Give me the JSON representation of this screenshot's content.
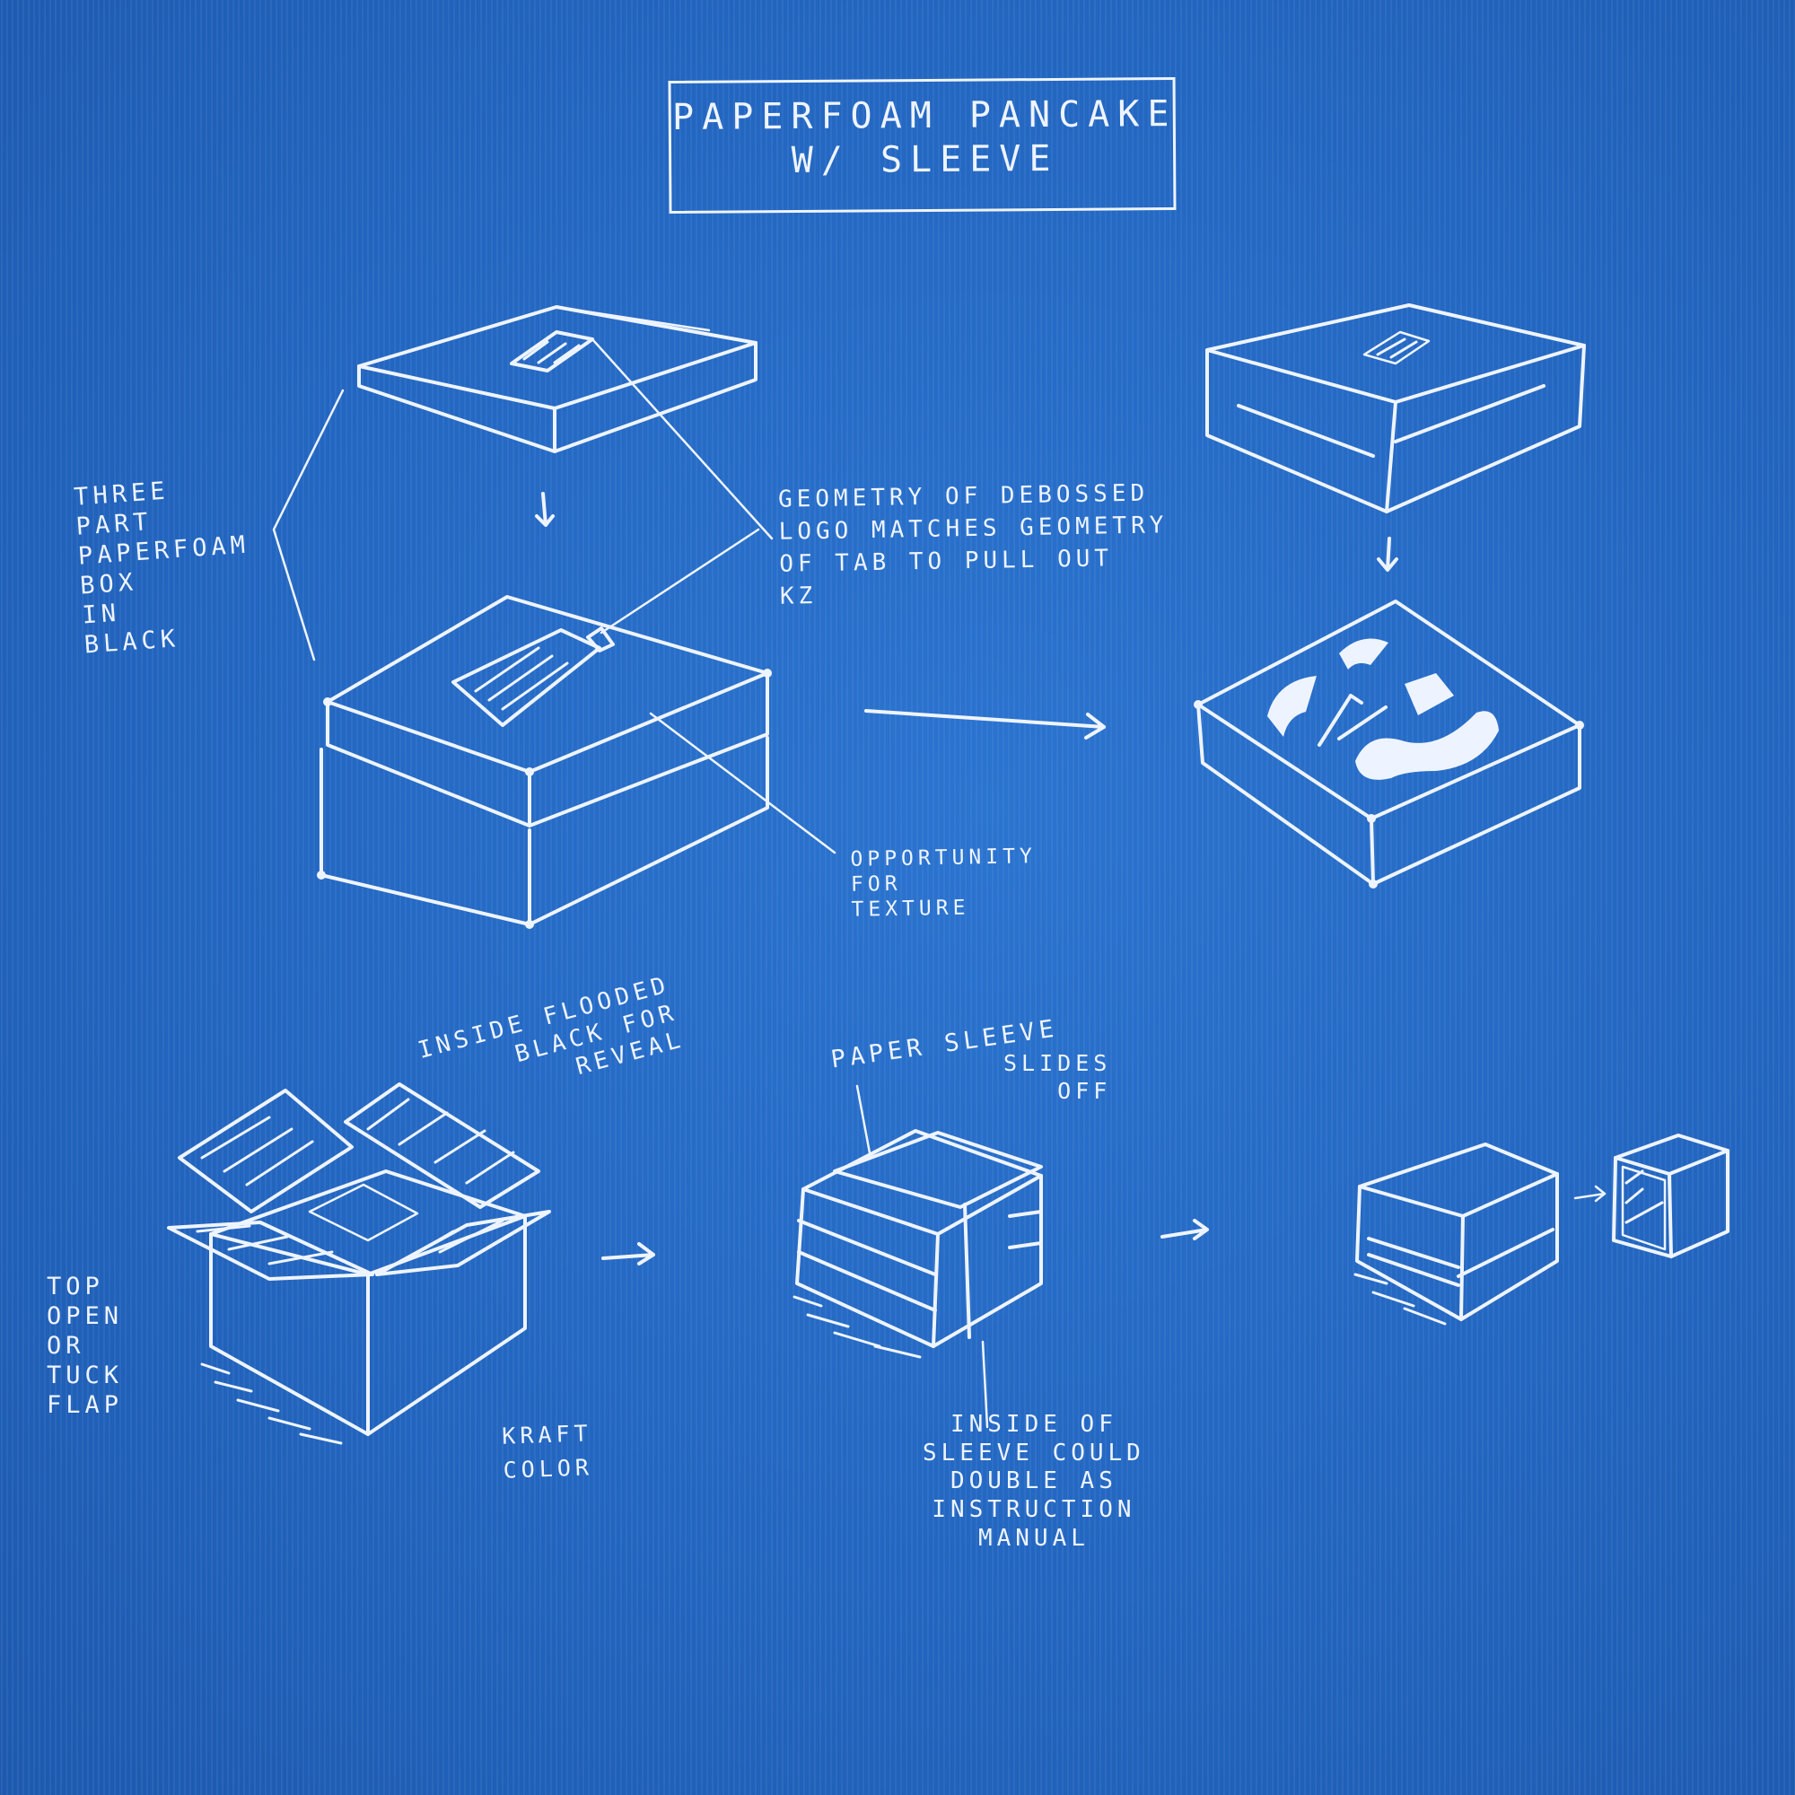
{
  "title": "PAPERFOAM PANCAKE\nW/ SLEEVE",
  "notes": {
    "three_part": "THREE\nPART\nPAPERFOAM\nBOX\nIN\nBLACK",
    "geometry": "GEOMETRY OF DEBOSSED\nLOGO MATCHES GEOMETRY\nOF TAB TO PULL OUT\nKZ",
    "texture": "OPPORTUNITY\nFOR\nTEXTURE",
    "inside_flooded": "INSIDE FLOODED\nBLACK FOR\nREVEAL",
    "top_open": "TOP\nOPEN\nOR\nTUCK\nFLAP",
    "kraft": "KRAFT\nCOLOR",
    "paper_sleeve": "PAPER SLEEVE",
    "slides_off": "SLIDES\nOFF",
    "inside_sleeve": "INSIDE OF\nSLEEVE COULD\nDOUBLE AS\nINSTRUCTION\nMANUAL"
  },
  "colors": {
    "paper": "#2366c0",
    "ink": "#eef4ff"
  }
}
